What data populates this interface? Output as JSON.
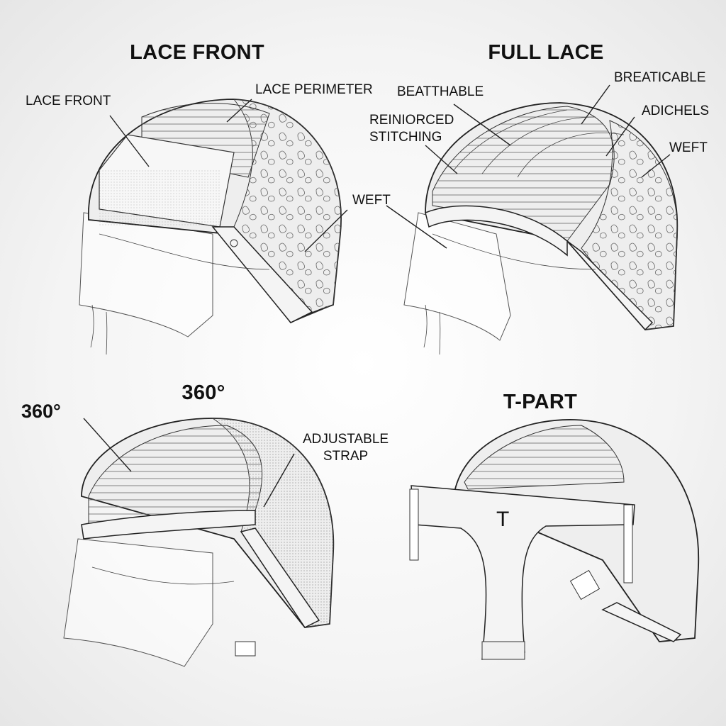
{
  "panels": [
    {
      "title": "LACE FRONT",
      "labels": [
        "LACE FRONT",
        "LACE PERIMETER",
        "WEFT"
      ]
    },
    {
      "title": "FULL LACE",
      "labels": [
        "BEATTHABLE",
        "BREATICABLE",
        "ADICHELS",
        "REINIORCED STITCHING",
        "WEFT"
      ]
    },
    {
      "title": "360°",
      "labels": [
        "360°",
        "ADJUSTABLE STRAP"
      ]
    },
    {
      "title": "T-PART",
      "labels": [
        "T"
      ]
    }
  ],
  "labels": {
    "reinforced_line1": "REINIORCED",
    "reinforced_line2": "STITCHING",
    "adjustable_line1": "ADJUSTABLE",
    "adjustable_line2": "STRAP"
  }
}
